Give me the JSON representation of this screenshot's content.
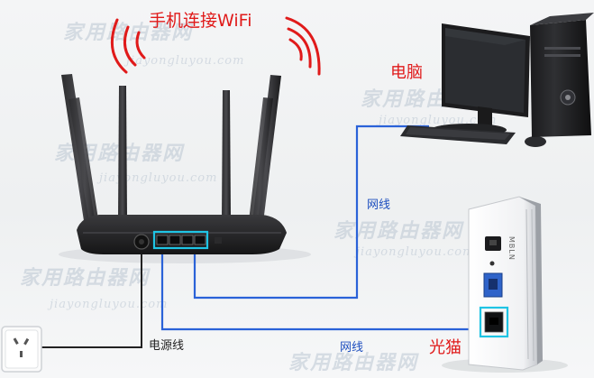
{
  "labels": {
    "wifi": "手机连接WiFi",
    "computer": "电脑",
    "network_cable_top": "网线",
    "network_cable_bottom": "网线",
    "power_cable": "电源线",
    "optical_modem": "光猫",
    "modem_brand": "MBLN"
  },
  "watermark": {
    "cn": "家用路由器网",
    "en": "jiayongluyou.com"
  },
  "colors": {
    "wifi_waves": "#e01a1a",
    "cables": "#2a62d8",
    "port_highlight": "#1fc4e4"
  }
}
